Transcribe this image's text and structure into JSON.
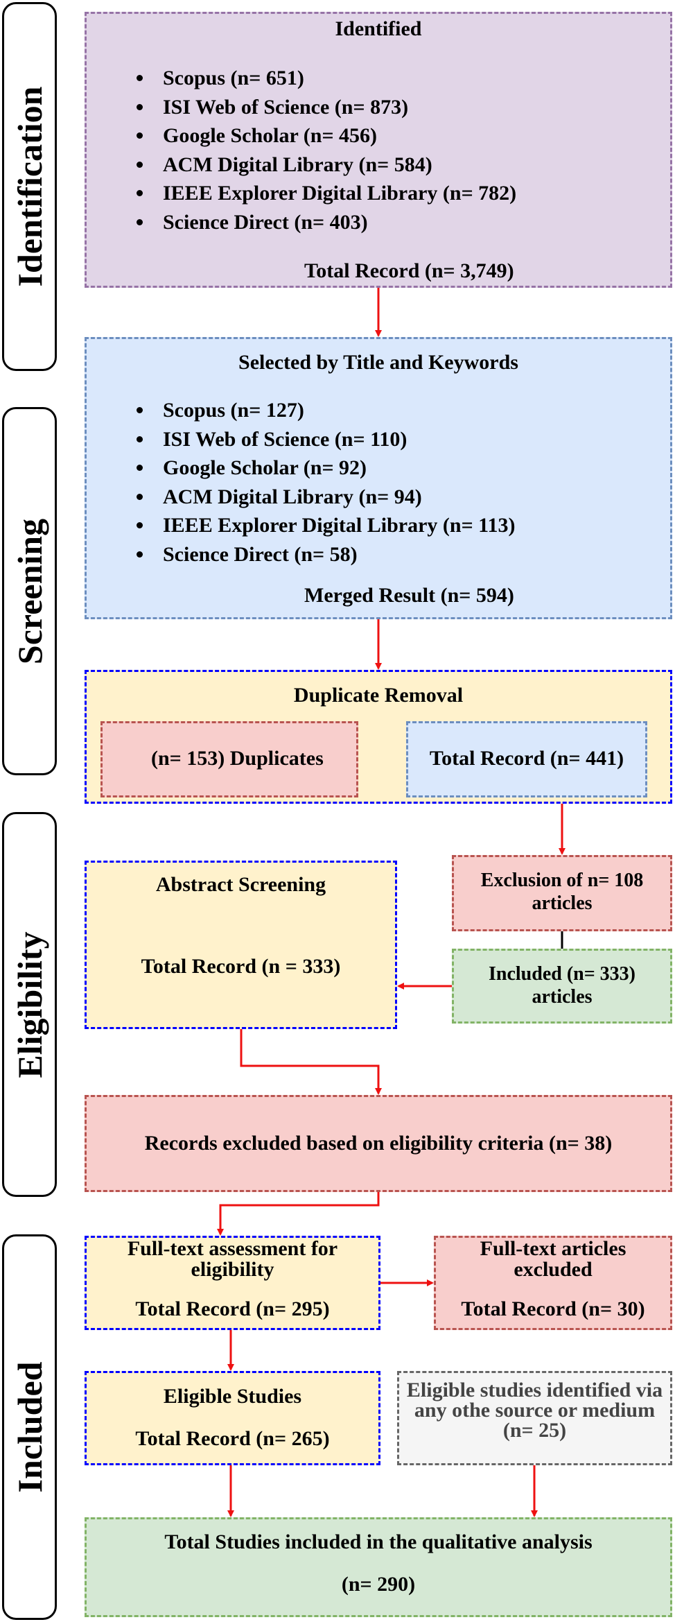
{
  "stages": {
    "identification": "Identification",
    "screening": "Screening",
    "eligibility": "Eligibility",
    "included": "Included"
  },
  "identified": {
    "title": "Identified",
    "items": [
      "Scopus (n= 651)",
      "ISI Web of Science (n= 873)",
      "Google Scholar (n= 456)",
      "ACM Digital Library (n= 584)",
      "IEEE Explorer Digital Library (n= 782)",
      "Science Direct (n= 403)"
    ],
    "total": "Total Record (n= 3,749)"
  },
  "selected": {
    "title": "Selected by Title and Keywords",
    "items": [
      "Scopus (n= 127)",
      "ISI Web of Science (n= 110)",
      "Google Scholar (n= 92)",
      "ACM Digital Library (n= 94)",
      "IEEE Explorer Digital Library (n= 113)",
      "Science Direct (n= 58)"
    ],
    "total": "Merged Result (n= 594)"
  },
  "duplicate_removal": {
    "title": "Duplicate Removal",
    "duplicates": "(n= 153) Duplicates",
    "total": "Total Record (n= 441)"
  },
  "abstract_screening": {
    "title": "Abstract Screening",
    "total": "Total Record (n = 333)"
  },
  "exclusion": "Exclusion of n= 108 articles",
  "included_articles": "Included (n= 333) articles",
  "records_excluded": "Records excluded based on eligibility criteria (n= 38)",
  "fulltext_assessment": {
    "title": "Full-text assessment for eligibility",
    "total": "Total Record (n= 295)"
  },
  "fulltext_excluded": {
    "title": "Full-text articles excluded",
    "total": "Total Record (n= 30)"
  },
  "eligible_studies": {
    "title": "Eligible Studies",
    "total": "Total Record (n= 265)"
  },
  "other_source": "Eligible studies identified via any othe source or medium (n= 25)",
  "final": {
    "title": "Total Studies included in the qualitative analysis",
    "count": "(n= 290)"
  },
  "colors": {
    "purple_fill": "#e1d5e7",
    "purple_border": "#9673a6",
    "blue_fill": "#dae8fc",
    "blue_border": "#6c8ebf",
    "yellow_fill": "#fff2cc",
    "navy_border": "#0000ff",
    "red_fill": "#f8cecc",
    "red_border": "#b85450",
    "green_fill": "#d5e8d4",
    "green_border": "#82b366",
    "grey_fill": "#f5f5f5",
    "grey_border": "#666666",
    "arrow": "#ee1111"
  }
}
